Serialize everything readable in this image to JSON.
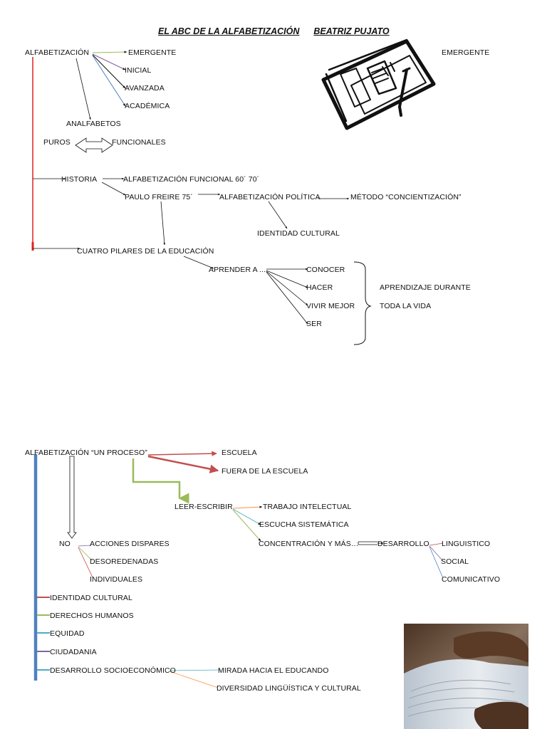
{
  "title": {
    "part1": "EL ABC DE LA ALFABETIZACIÓN",
    "part2": "BEATRIZ PUJATO"
  },
  "map1": {
    "root": "ALFABETIZACIÓN",
    "levels": [
      "EMERGENTE",
      "INICIAL",
      "AVANZADA",
      "ACADÉMICA"
    ],
    "top_right": "EMERGENTE",
    "analfabetos": "ANALFABETOS",
    "puros": "PUROS",
    "funcionales": "FUNCIONALES",
    "historia": "HISTORIA",
    "alf_funcional": "ALFABETIZACIÓN FUNCIONAL 60´ 70´",
    "paulo_freire": "PAULO FREIRE   75´",
    "alf_politica": "ALFABETIZACIÓN POLÍTICA",
    "metodo": "MÉTODO “CONCIENTIZACIÓN”",
    "identidad": "IDENTIDAD CULTURAL",
    "pilares": "CUATRO PILARES DE LA EDUCACIÓN",
    "aprender": "APRENDER A ...",
    "aprender_items": [
      "CONOCER",
      "HACER",
      "VIVIR MEJOR",
      "SER"
    ],
    "aprendizaje_1": "APRENDIZAJE DURANTE",
    "aprendizaje_2": "TODA LA VIDA"
  },
  "map2": {
    "root": "ALFABETIZACIÓN  “UN PROCESO”",
    "escuela": "ESCUELA",
    "fuera": "FUERA DE LA ESCUELA",
    "leer": "LEER-ESCRIBIR",
    "leer_items": [
      "TRABAJO INTELECTUAL",
      "ESCUCHA SISTEMÁTICA",
      "CONCENTRACIÓN Y MÁS…"
    ],
    "desarrollo": "DESARROLLO",
    "desarrollo_items": [
      "LINGUISTICO",
      "SOCIAL",
      "COMUNICATIVO"
    ],
    "no": "NO",
    "no_items": [
      "ACCIONES DISPARES",
      "DESOREDENADAS",
      "INDIVIDUALES"
    ],
    "side_items": [
      "IDENTIDAD CULTURAL",
      "DERECHOS HUMANOS",
      "EQUIDAD",
      "CIUDADANIA",
      "DESARROLLO SOCIOECONÓMICO"
    ],
    "mirada": "MIRADA HACIA EL EDUCANDO",
    "diversidad": "DIVERSIDAD LINGÜÍSTICA Y CULTURAL"
  },
  "colors": {
    "red_bar": "#e02020",
    "blue_bar": "#4f81bd",
    "green": "#9bbb59",
    "red_arrow": "#c0504d",
    "purple": "#8064a2",
    "orange": "#f79646",
    "teal": "#4bacc6"
  },
  "icons": {
    "notebook": "notebook-calculator-pen-icon",
    "photo": "open-book-hands-photo"
  }
}
